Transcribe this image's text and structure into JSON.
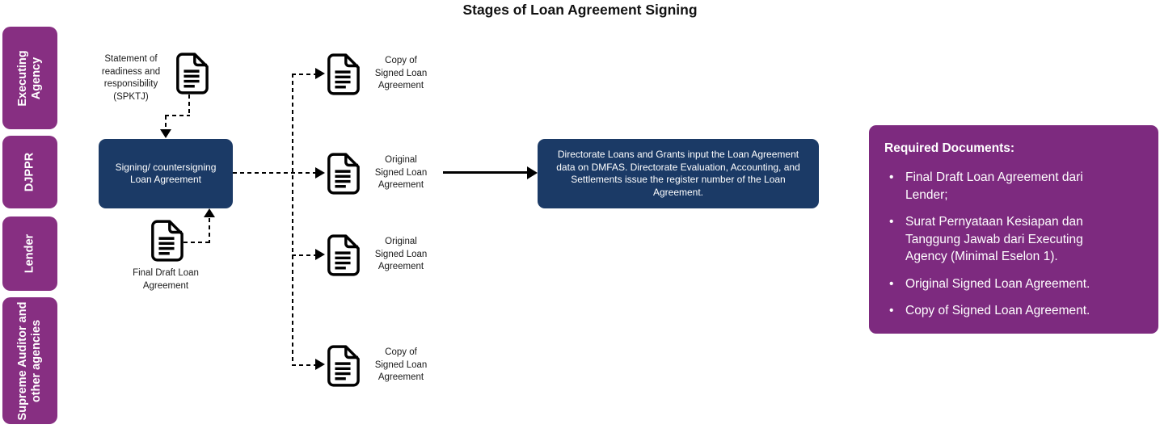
{
  "title": "Stages of Loan Agreement Signing",
  "colors": {
    "swimlane_purple": "#872F82",
    "panel_purple": "#7D2A7F",
    "process_navy": "#1B3A66",
    "line_black": "#000000"
  },
  "swimlanes": [
    {
      "label": "Executing Agency"
    },
    {
      "label": "DJPPR"
    },
    {
      "label": "Lender"
    },
    {
      "label": "Supreme Auditor and other agencies"
    }
  ],
  "flow": {
    "spktj_label": "Statement of readiness and responsibility (SPKTJ)",
    "signing_box": "Signing/ countersigning Loan Agreement",
    "final_draft_label": "Final Draft Loan Agreement",
    "outputs": [
      "Copy of Signed Loan Agreement",
      "Original Signed Loan Agreement",
      "Original Signed Loan Agreement",
      "Copy of Signed Loan Agreement"
    ],
    "directorate_box": "Directorate Loans and Grants input the Loan Agreement data on DMFAS. Directorate Evaluation, Accounting, and Settlements issue the register number of the Loan Agreement."
  },
  "required_documents": {
    "heading": "Required Documents:",
    "items": [
      "Final Draft Loan Agreement dari Lender;",
      "Surat Pernyataan Kesiapan dan Tanggung Jawab dari Executing Agency (Minimal Eselon 1).",
      "Original Signed Loan Agreement.",
      "Copy of Signed Loan Agreement."
    ]
  }
}
